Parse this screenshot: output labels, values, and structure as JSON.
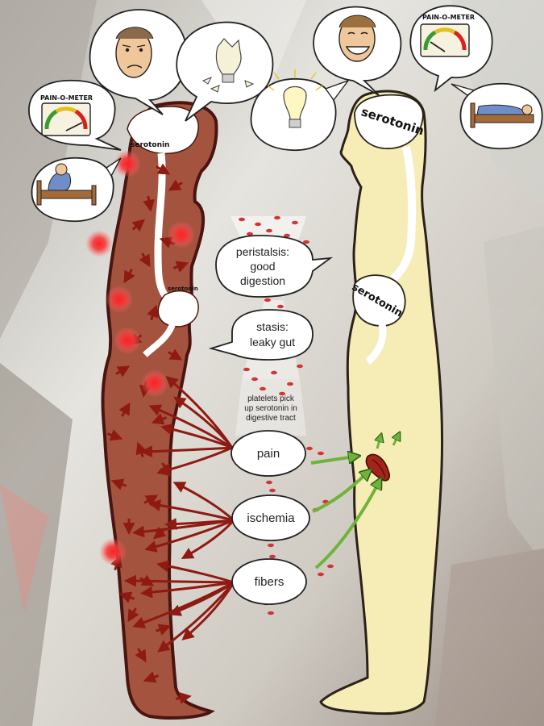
{
  "left_figure": {
    "brain_label": "serotonin",
    "gut_label": "serotonin",
    "meter_label": "PAIN-O-METER"
  },
  "right_figure": {
    "brain_label": "serotonin",
    "gut_label": "serotonin",
    "meter_label": "PAIN-O-METER"
  },
  "callouts": {
    "peristalsis_line1": "peristalsis:",
    "peristalsis_line2": "good",
    "peristalsis_line3": "digestion",
    "stasis_line1": "stasis:",
    "stasis_line2": "leaky gut",
    "platelets_line1": "platelets pick",
    "platelets_line2": "up serotonin in",
    "platelets_line3": "digestive tract",
    "pain": "pain",
    "ischemia": "ischemia",
    "fibers": "fibers"
  },
  "colors": {
    "body_left": "#a4533f",
    "body_right": "#f6ecb6",
    "outline": "#4a1510",
    "arrow_red": "#8e1a12",
    "arrow_green": "#6fb33a",
    "glow": "#ee2a2a"
  }
}
